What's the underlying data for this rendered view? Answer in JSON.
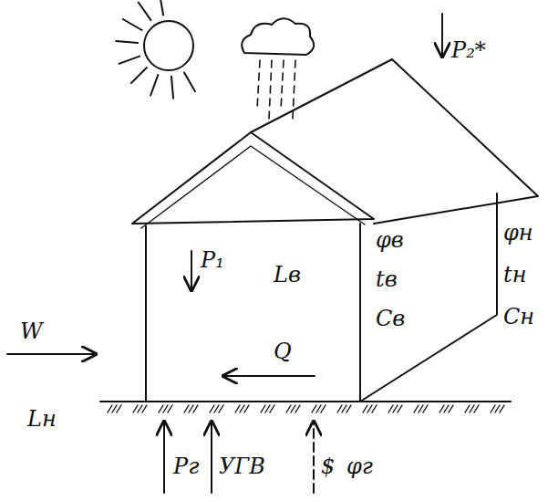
{
  "diagram": {
    "labels": [
      "P₂*",
      "W",
      "P₁",
      "Lв",
      "φв",
      "tв",
      "Cв",
      "φн",
      "tн",
      "Cн",
      "Lн",
      "Q",
      "Pг",
      "УГВ",
      "$",
      "φг"
    ]
  }
}
